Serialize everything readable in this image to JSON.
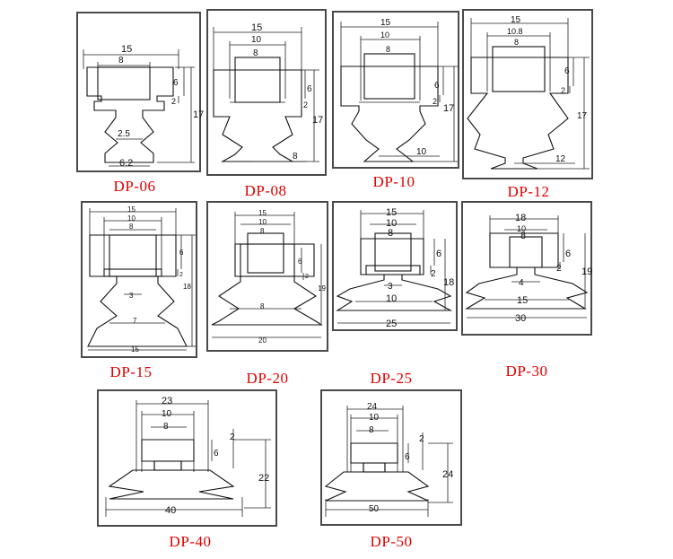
{
  "colors": {
    "caption": "#e00000",
    "frame": "#4a4a4a",
    "line": "#111111"
  },
  "models": [
    {
      "id": "dp06",
      "name": "DP-06",
      "d_top": "15",
      "d_inner": "8",
      "d_mid": "",
      "h_total": "17",
      "h_upper": "6",
      "h_step": "2",
      "d_neck": "2.5",
      "d_cup": "6.2"
    },
    {
      "id": "dp08",
      "name": "DP-08",
      "d_top": "15",
      "d_inner": "8",
      "d_mid": "10",
      "h_total": "17",
      "h_upper": "6",
      "h_step": "2",
      "d_neck": "",
      "d_cup": "8"
    },
    {
      "id": "dp10",
      "name": "DP-10",
      "d_top": "15",
      "d_inner": "8",
      "d_mid": "10",
      "h_total": "17",
      "h_upper": "6",
      "h_step": "2",
      "d_neck": "",
      "d_cup": "10"
    },
    {
      "id": "dp12",
      "name": "DP-12",
      "d_top": "15",
      "d_inner": "8",
      "d_mid": "10.8",
      "h_total": "17",
      "h_upper": "6",
      "h_step": "2",
      "d_neck": "",
      "d_cup": "12"
    },
    {
      "id": "dp15",
      "name": "DP-15",
      "d_top": "15",
      "d_inner": "8",
      "d_mid": "10",
      "h_total": "18",
      "h_upper": "6",
      "h_step": "2",
      "d_neck": "3",
      "d_cup": "7",
      "d_base": "15"
    },
    {
      "id": "dp20",
      "name": "DP-20",
      "d_top": "15",
      "d_inner": "8",
      "d_mid": "10",
      "h_total": "19",
      "h_upper": "6",
      "h_step": "2",
      "d_neck": "",
      "d_cup": "8",
      "d_base": "20"
    },
    {
      "id": "dp25",
      "name": "DP-25",
      "d_top": "15",
      "d_inner": "8",
      "d_mid": "10",
      "h_total": "18",
      "h_upper": "6",
      "h_step": "2",
      "d_neck": "3",
      "d_cup": "10",
      "d_base": "25"
    },
    {
      "id": "dp30",
      "name": "DP-30",
      "d_top": "18",
      "d_inner": "8",
      "d_mid": "10",
      "h_total": "19",
      "h_upper": "6",
      "h_step": "2",
      "d_neck": "4",
      "d_cup": "15",
      "d_base": "30"
    },
    {
      "id": "dp40",
      "name": "DP-40",
      "d_top": "23",
      "d_inner": "8",
      "d_mid": "10",
      "h_total": "22",
      "h_upper": "6",
      "h_step": "2",
      "d_base": "40"
    },
    {
      "id": "dp50",
      "name": "DP-50",
      "d_top": "24",
      "d_inner": "8",
      "d_mid": "10",
      "h_total": "24",
      "h_upper": "6",
      "h_step": "2",
      "d_base": "50"
    }
  ]
}
